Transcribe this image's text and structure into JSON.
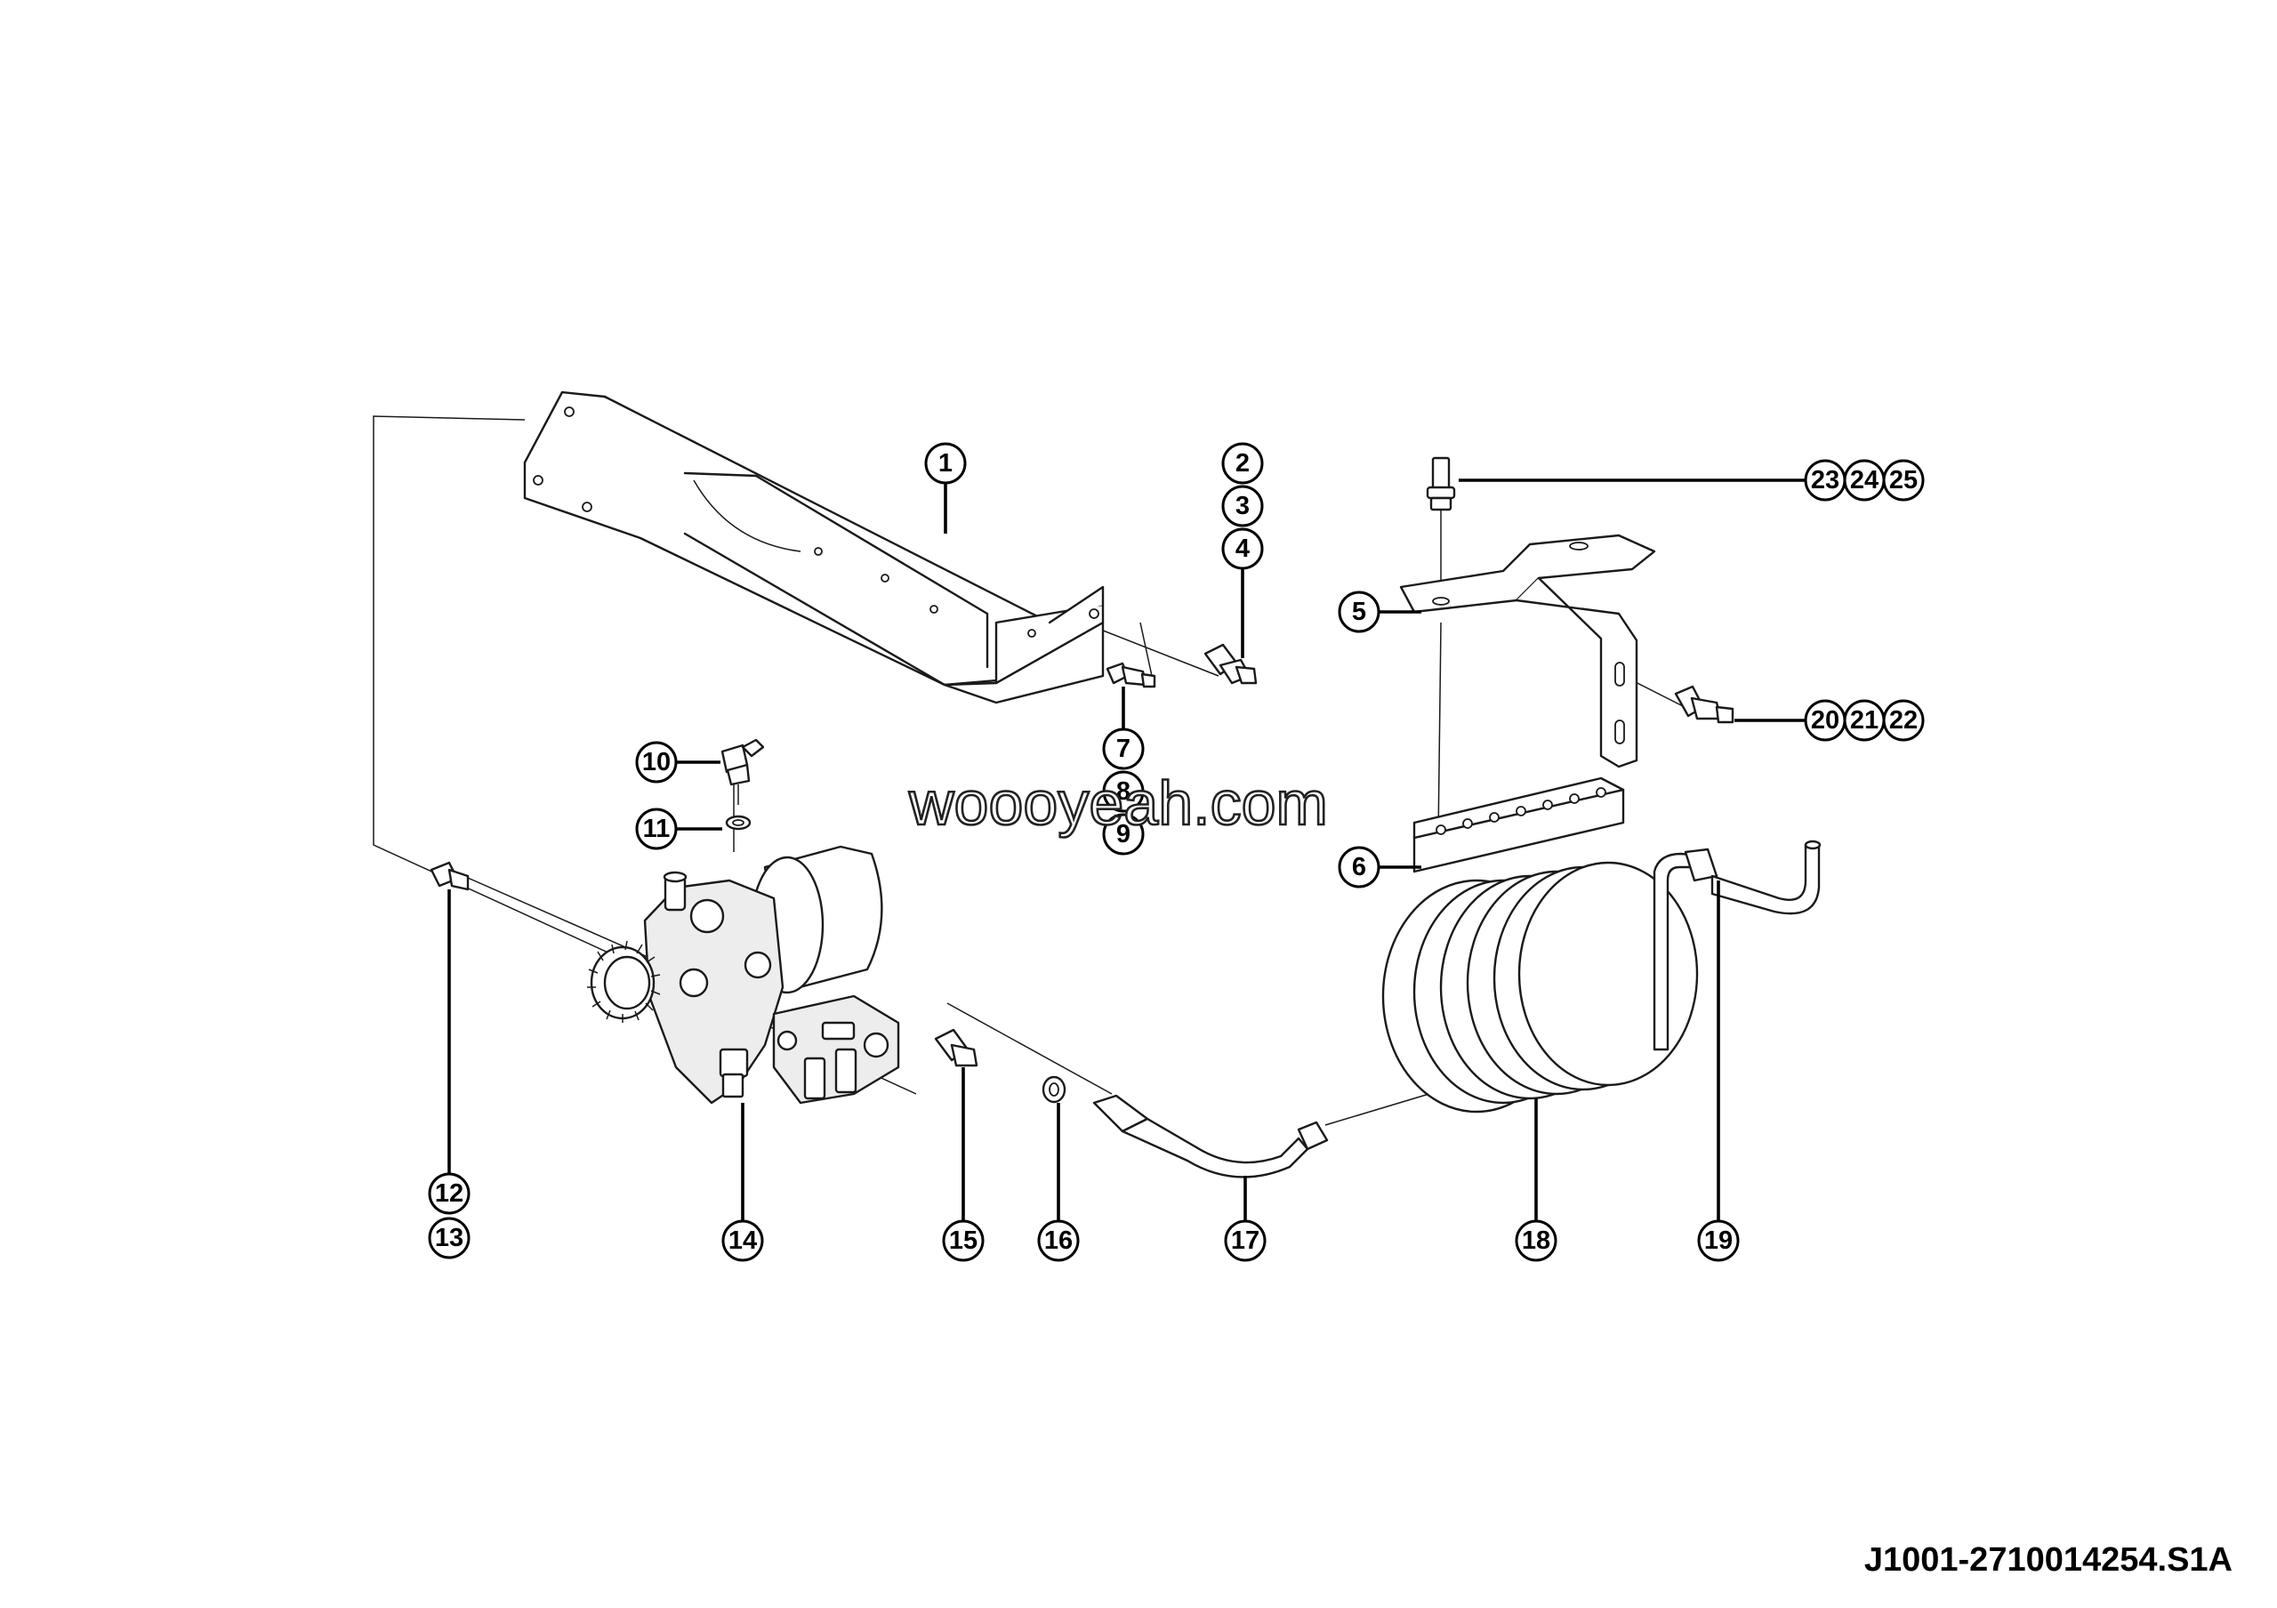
{
  "callouts": [
    {
      "label": "1",
      "part": "bracket"
    },
    {
      "label": "2",
      "part": "fitting-stack-upper"
    },
    {
      "label": "3",
      "part": "fitting-stack-upper"
    },
    {
      "label": "4",
      "part": "fitting-stack-upper"
    },
    {
      "label": "5",
      "part": "mounting-plate"
    },
    {
      "label": "6",
      "part": "clamp-bar"
    },
    {
      "label": "7",
      "part": "fitting-stack-lower"
    },
    {
      "label": "8",
      "part": "fitting-stack-lower"
    },
    {
      "label": "9",
      "part": "fitting-stack-lower"
    },
    {
      "label": "10",
      "part": "elbow-fitting"
    },
    {
      "label": "11",
      "part": "o-ring-small"
    },
    {
      "label": "12",
      "part": "plug"
    },
    {
      "label": "13",
      "part": "plug"
    },
    {
      "label": "14",
      "part": "air-dryer"
    },
    {
      "label": "15",
      "part": "connector"
    },
    {
      "label": "16",
      "part": "seal-ring"
    },
    {
      "label": "17",
      "part": "pipe"
    },
    {
      "label": "18",
      "part": "coil-pipe"
    },
    {
      "label": "19",
      "part": "pipe-end"
    },
    {
      "label": "20",
      "part": "fitting-right"
    },
    {
      "label": "21",
      "part": "fitting-right"
    },
    {
      "label": "22",
      "part": "fitting-right"
    },
    {
      "label": "23",
      "part": "bolt"
    },
    {
      "label": "24",
      "part": "bolt"
    },
    {
      "label": "25",
      "part": "bolt"
    }
  ],
  "watermark": "woooyeah.com",
  "drawing_code": "J1001-2710014254.S1A"
}
